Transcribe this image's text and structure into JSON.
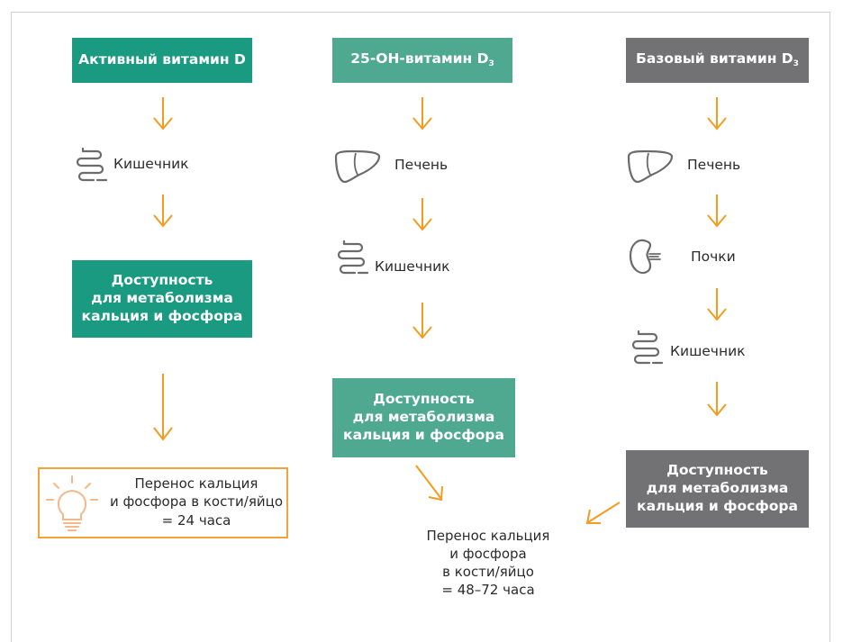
{
  "columns": {
    "active": {
      "title_main": "Активный витамин D",
      "step1": "Кишечник",
      "availability": [
        "Доступность",
        "для метаболизма",
        "кальция и фосфора"
      ],
      "transfer": [
        "Перенос кальция",
        "и фосфора в кости/яйцо",
        "= 24 часа"
      ]
    },
    "oh25": {
      "title_main": "25-ОН-витамин D",
      "title_sub": "3",
      "step1": "Печень",
      "step2": "Кишечник",
      "availability": [
        "Доступность",
        "для метаболизма",
        "кальция и фосфора"
      ]
    },
    "base": {
      "title_main": "Базовый витамин D",
      "title_sub": "3",
      "step1": "Печень",
      "step2": "Почки",
      "step3": "Кишечник",
      "availability": [
        "Доступность",
        "для метаболизма",
        "кальция и фосфора"
      ]
    }
  },
  "shared_transfer": [
    "Перенос кальция",
    "и фосфора",
    "в кости/яйцо",
    "= 48–72 часа"
  ],
  "colors": {
    "active_box": "#1a9a80",
    "oh25_box": "#4fa991",
    "base_box": "#727275",
    "arrow": "#f39c1e",
    "bulb_border": "#f4a23b"
  }
}
